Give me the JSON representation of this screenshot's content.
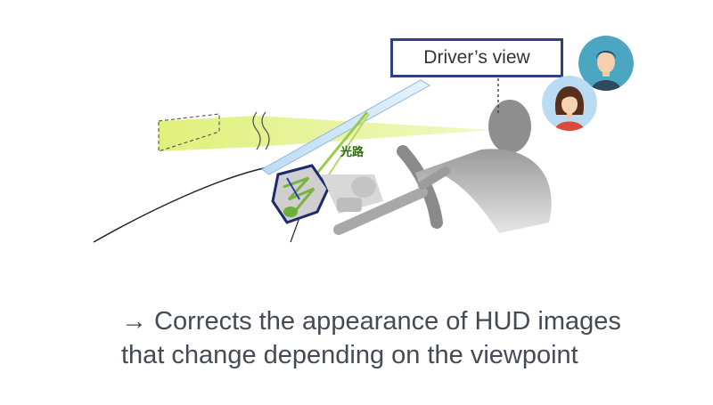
{
  "diagram": {
    "view_label": "Driver’s view",
    "optical_path_label": "光路",
    "caption_line1": "→ Corrects the appearance of HUD images",
    "caption_line2": "that change depending on the viewpoint"
  },
  "colors": {
    "beam": "#e4f28a",
    "windshield_strip": "#cfe6f6",
    "label_border": "#2f3f86",
    "avatar_male_bg": "#4ba6c2",
    "avatar_female_bg": "#b9dcf3"
  },
  "icons": [
    "male-avatar-icon",
    "female-avatar-icon",
    "hud-unit-icon"
  ]
}
